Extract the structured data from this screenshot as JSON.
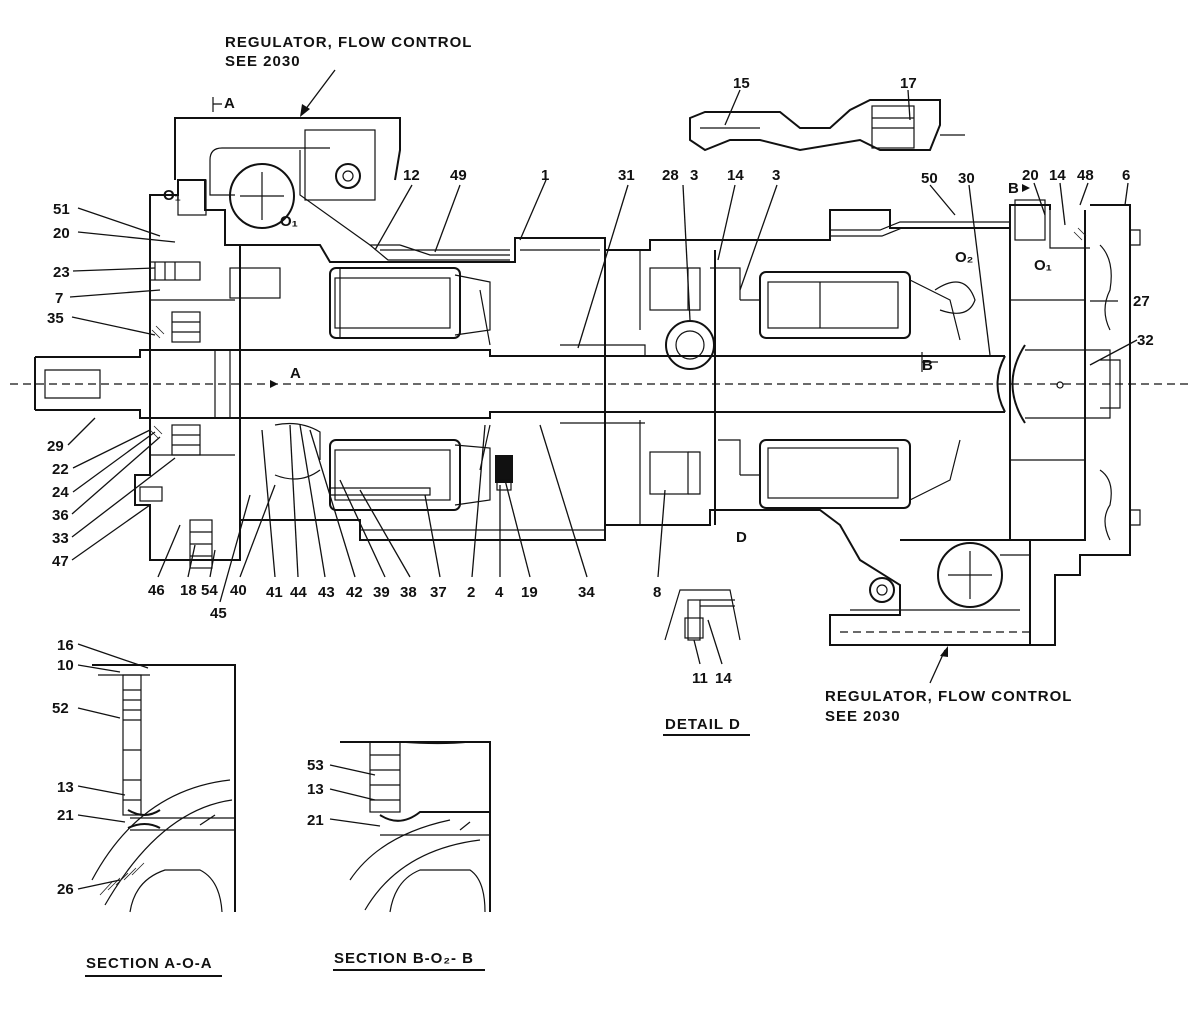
{
  "annotations": {
    "regulator_top_line1": "REGULATOR, FLOW CONTROL",
    "regulator_top_line2": "SEE 2030",
    "regulator_bottom_line1": "REGULATOR, FLOW CONTROL",
    "regulator_bottom_line2": "SEE 2030",
    "detail_d": "DETAIL D",
    "section_a": "SECTION A-O-A",
    "section_b": "SECTION B-O₂- B",
    "label_d": "D",
    "marker_a_top": "A",
    "marker_a_shaft": "A",
    "marker_b_top": "B",
    "marker_b_shaft": "B",
    "o1_left_a": "O₁",
    "o1_left_b": "O₁",
    "o1_right": "O₁",
    "o2_right": "O₂"
  },
  "callouts": {
    "c51": "51",
    "c20a": "20",
    "c23": "23",
    "c7": "7",
    "c35": "35",
    "c29": "29",
    "c22": "22",
    "c24": "24",
    "c36": "36",
    "c33": "33",
    "c47": "47",
    "c46": "46",
    "c18": "18",
    "c54": "54",
    "c40": "40",
    "c45": "45",
    "c41": "41",
    "c44": "44",
    "c43": "43",
    "c42": "42",
    "c39": "39",
    "c38": "38",
    "c37": "37",
    "c2": "2",
    "c4": "4",
    "c19": "19",
    "c34": "34",
    "c8": "8",
    "c12": "12",
    "c49": "49",
    "c1": "1",
    "c31": "31",
    "c28": "28",
    "c3a": "3",
    "c15": "15",
    "c17": "17",
    "c14a": "14",
    "c3b": "3",
    "c50": "50",
    "c30": "30",
    "c20b": "20",
    "c14b": "14",
    "c48": "48",
    "c6": "6",
    "c27": "27",
    "c32": "32",
    "c11": "11",
    "c14c": "14",
    "c16": "16",
    "c10": "10",
    "c52": "52",
    "c13a": "13",
    "c21a": "21",
    "c26": "26",
    "c53": "53",
    "c13b": "13",
    "c21b": "21"
  }
}
